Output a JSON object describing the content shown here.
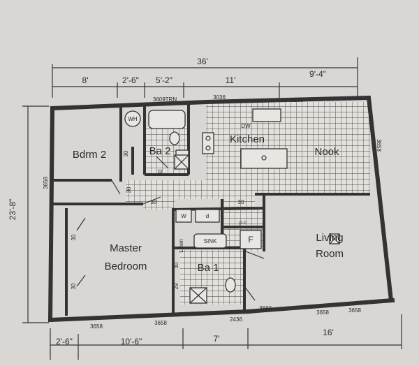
{
  "dimensions": {
    "overall_width": "36'",
    "top_segments": [
      "8'",
      "2'-6\"",
      "5'-2\"",
      "11'",
      "9'-4\""
    ],
    "overall_depth": "23'-8\"",
    "bottom_segments": [
      "2'-6\"",
      "10'-6\"",
      "7'",
      "16'"
    ]
  },
  "rooms": {
    "bedroom2": "Bdrm 2",
    "bath2": "Ba 2",
    "kitchen": "Kitchen",
    "nook": "Nook",
    "master_line1": "Master",
    "master_line2": "Bedroom",
    "bath1": "Ba 1",
    "living_line1": "Living",
    "living_line2": "Room",
    "linen": "Linen"
  },
  "window_codes": {
    "bath_top": "3609TRN",
    "kitchen_top": "3036",
    "nook_top": "8289",
    "nook_right": "3658",
    "left_wall": "3658",
    "master_bottom_left": "3658",
    "master_bottom_right": "3658",
    "bath1_bottom": "2436",
    "entry": "3680",
    "living_bottom_left": "3658",
    "living_bottom_right": "3658"
  },
  "closet_codes": {
    "bdrm2_closet": "30",
    "bath2_door": "30",
    "hall_door": "30",
    "hall_door_b": "30",
    "master_closet_top": "30",
    "master_closet_bottom": "30",
    "bath1_door": "30",
    "utility_door": "30",
    "bath1_side": "29"
  },
  "fixtures": {
    "water_heater": "WH",
    "dishwasher": "DW",
    "fridge": "F",
    "washer": "W",
    "dryer": "d",
    "pantry": "p.c",
    "sink": "SINK"
  }
}
